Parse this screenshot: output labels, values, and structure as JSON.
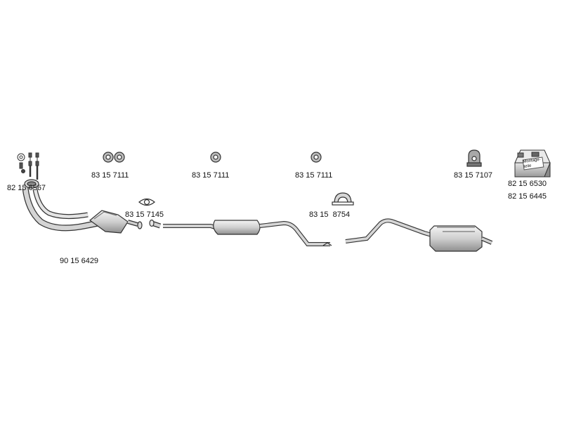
{
  "diagram": {
    "parts": [
      {
        "id": "bolt-kit",
        "part_number": "82 15 6567"
      },
      {
        "id": "front-pipe-catalyst",
        "part_number": "90 15 6429"
      },
      {
        "id": "rubber-mount-1",
        "part_number": "83 15 7111"
      },
      {
        "id": "rubber-mount-2",
        "part_number": "83 15 7111"
      },
      {
        "id": "rubber-mount-3",
        "part_number": "83 15 7111"
      },
      {
        "id": "flange-gasket",
        "part_number": "83 15 7145"
      },
      {
        "id": "pipe-clamp",
        "part_number": "83 15  8754"
      },
      {
        "id": "rear-hanger",
        "part_number": "83 15 7107"
      },
      {
        "id": "mounting-kit-a",
        "part_number": "82 15 6530"
      },
      {
        "id": "mounting-kit-b",
        "part_number": "82 15 6445"
      }
    ],
    "mounting_kit_box_text": "Montage-teile"
  },
  "colors": {
    "line": "#333333",
    "part_fill": "#d9d9d9",
    "part_fill_dark": "#a8a8a8",
    "background": "#ffffff"
  }
}
